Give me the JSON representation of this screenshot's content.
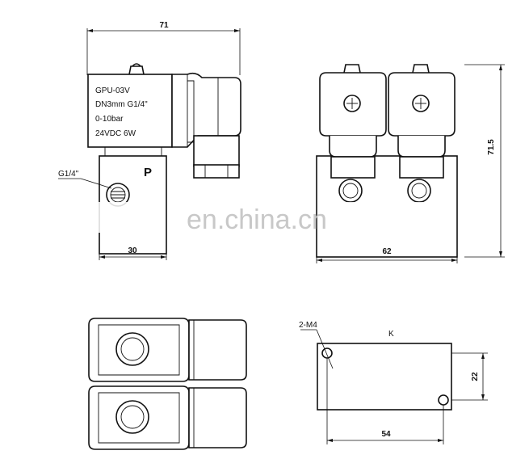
{
  "dimensions": {
    "overall_width": "71",
    "base_width": "30",
    "front_width": "62",
    "height": "71.5",
    "bottom_width": "54",
    "bottom_height": "22"
  },
  "coil_label": {
    "model": "GPU-03V",
    "size": "DN3mm G1/4\"",
    "pressure": "0-10bar",
    "power": "24VDC 6W"
  },
  "port_thread": "G1/4\"",
  "port_letter": "P",
  "mount_holes": "2-M4",
  "k_label": "K",
  "watermark": "en.china.cn"
}
